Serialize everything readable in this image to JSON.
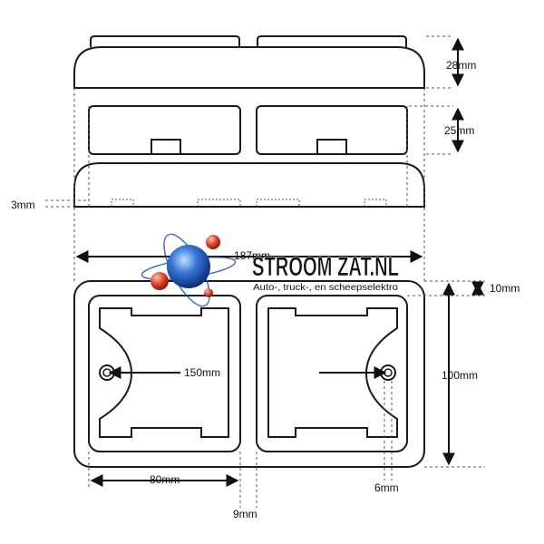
{
  "drawing": {
    "dimensions": {
      "top_cover_height": "28mm",
      "frame_height": "25mm",
      "left_offset": "3mm",
      "overall_width": "187mm",
      "edge_offset": "10mm",
      "mount_hole_spacing": "150mm",
      "overall_height": "100mm",
      "cell_width": "80mm",
      "hole_diameter": "6mm",
      "gap_width": "9mm"
    }
  },
  "logo": {
    "name": "STROOM ZAT.NL",
    "tagline": "Auto-, truck-, en scheepselektro"
  },
  "colors": {
    "line": "#1a1a1a",
    "dashed": "#555555",
    "logo_blue": "#1e4fb8",
    "logo_red": "#d83a2a"
  }
}
